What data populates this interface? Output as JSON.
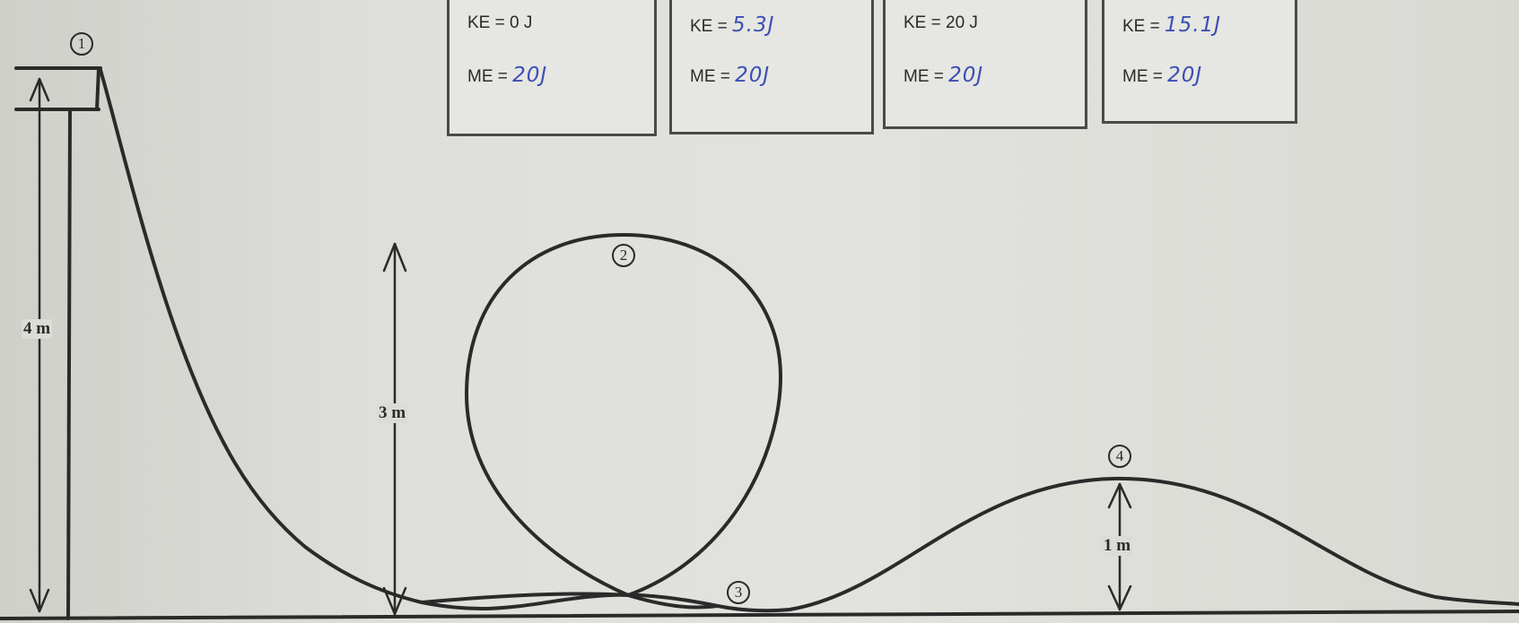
{
  "energy_boxes": [
    {
      "ke_label": "KE = ",
      "ke_value": "0 J",
      "me_label": "ME = ",
      "me_value": "20J"
    },
    {
      "ke_label": "KE = ",
      "ke_value": "5.3J",
      "me_label": "ME = ",
      "me_value": "20J"
    },
    {
      "ke_label": "KE = ",
      "ke_value": "20 J",
      "me_label": "ME = ",
      "me_value": "20J"
    },
    {
      "ke_label": "KE = ",
      "ke_value": "15.1J",
      "me_label": "ME = ",
      "me_value": "20J"
    }
  ],
  "points": [
    "1",
    "2",
    "3",
    "4"
  ],
  "dimensions": {
    "start_height": "4 m",
    "loop_height": "3 m",
    "hill_height": "1 m"
  },
  "colors": {
    "ink": "#2a2a2a",
    "handwriting": "#3c4fb4",
    "paper": "#dcdcd6"
  }
}
